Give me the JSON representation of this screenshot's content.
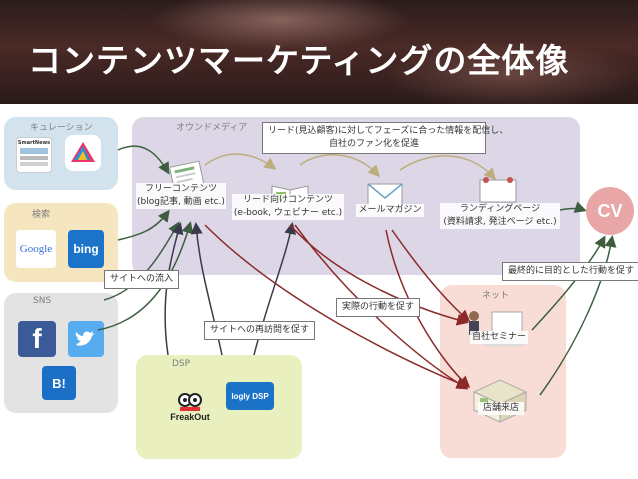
{
  "title": "コンテンツマーケティングの全体像",
  "panels": {
    "curation": "キュレーション",
    "search": "検索",
    "sns": "SNS",
    "owned_media": "オウンドメディア",
    "dsp": "DSP",
    "net": "ネット"
  },
  "owned_note": {
    "line1": "リード(見込顧客)に対してフェーズに合った情報を配信し、",
    "line2": "自社のファン化を促進"
  },
  "nodes": {
    "free": {
      "line1": "フリーコンテンツ",
      "line2": "(blog記事, 動画 etc.)"
    },
    "lead": {
      "line1": "リード向けコンテンツ",
      "line2": "(e-book, ウェビナー etc.)"
    },
    "mail": "メールマガジン",
    "landing": {
      "line1": "ランディングページ",
      "line2": "(資料請求, 発注ページ etc.)"
    },
    "seminar": "自社セミナー",
    "store": "店舗来店",
    "cv": "CV"
  },
  "callouts": {
    "inflow": "サイトへの流入",
    "revisit": "サイトへの再訪問を促す",
    "action": "実際の行動を促す",
    "final": "最終的に目的とした行動を促す"
  },
  "logos": {
    "smartnews": "SmartNews",
    "google": "Google",
    "bing": "bing",
    "facebook": "f",
    "hatena": "B!",
    "freakout": "FreakOut",
    "logly": "logly DSP"
  },
  "colors": {
    "curation_bg": "#d3e3ee",
    "search_bg": "#f5e6c0",
    "sns_bg": "#e3e3e3",
    "owned_bg": "#dcd6e6",
    "dsp_bg": "#e9efbf",
    "net_bg": "#f8dcd6",
    "cv": "#e8a6a6",
    "arrow_green": "#3f5e40",
    "arrow_red": "#8c2a2a",
    "arrow_dark": "#3a3a4a"
  }
}
